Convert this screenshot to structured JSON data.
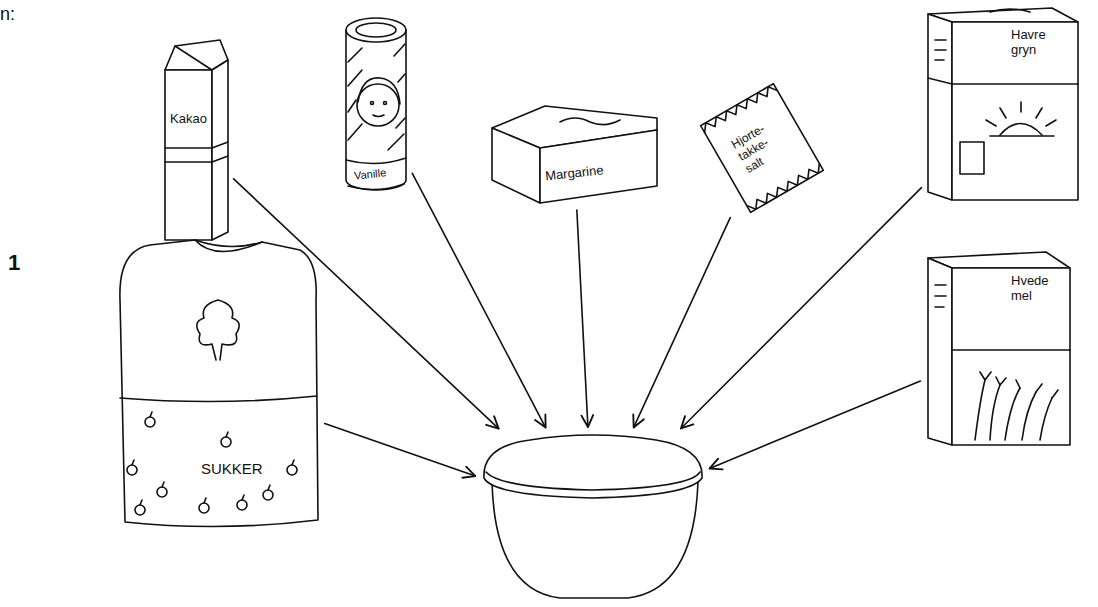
{
  "diagram": {
    "nodes": [
      {
        "text": [
          "Kakao"
        ]
      },
      {
        "text": [
          "Vanille"
        ]
      },
      {
        "text": [
          "Margarine"
        ]
      },
      {
        "text": [
          "Hjorte- takke- salt"
        ]
      },
      {
        "text": [
          "Havre gryn"
        ]
      },
      {
        "text": [
          "SUKKER"
        ]
      },
      {
        "text": [
          "Hvede mel"
        ]
      },
      {
        "text": []
      }
    ],
    "edges": [
      {
        "from": 0,
        "to": 7,
        "arrow": "to"
      },
      {
        "from": 1,
        "to": 7,
        "arrow": "to"
      },
      {
        "from": 2,
        "to": 7,
        "arrow": "to"
      },
      {
        "from": 3,
        "to": 7,
        "arrow": "to"
      },
      {
        "from": 4,
        "to": 7,
        "arrow": "to"
      },
      {
        "from": 5,
        "to": 7,
        "arrow": "to"
      },
      {
        "from": 6,
        "to": 7,
        "arrow": "to"
      }
    ],
    "labels": [
      "n:",
      "1"
    ]
  }
}
